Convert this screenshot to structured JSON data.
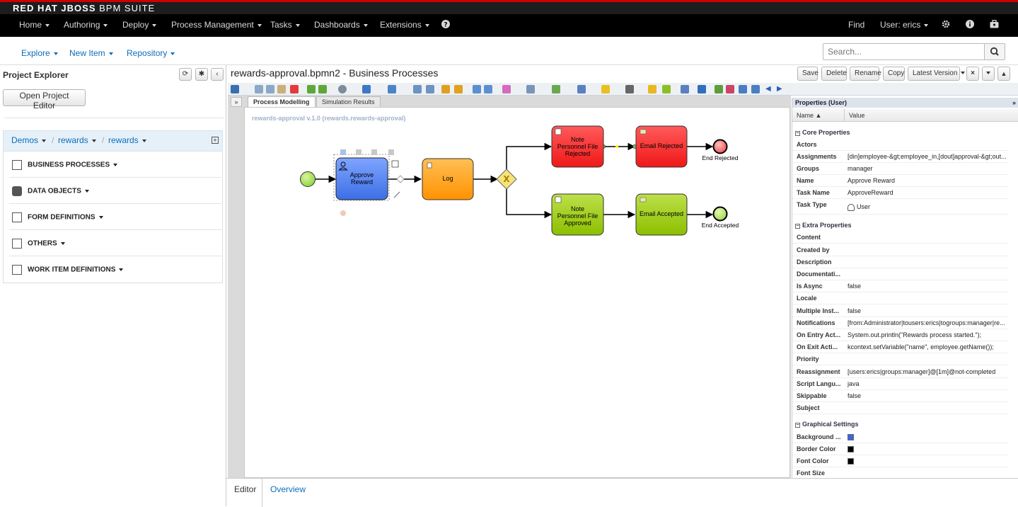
{
  "brand": {
    "bold": "RED HAT JBOSS",
    "rest": " BPM SUITE"
  },
  "main_nav": {
    "items": [
      "Home",
      "Authoring",
      "Deploy",
      "Process Management",
      "Tasks",
      "Dashboards",
      "Extensions"
    ],
    "find": "Find",
    "user": "User: erics"
  },
  "sub_nav": {
    "items": [
      "Explore",
      "New Item",
      "Repository"
    ]
  },
  "search": {
    "placeholder": "Search..."
  },
  "project_explorer": {
    "title": "Project Explorer",
    "open_editor_button": "Open Project Editor",
    "breadcrumb": [
      "Demos",
      "rewards",
      "rewards"
    ],
    "sections": [
      "BUSINESS PROCESSES",
      "DATA OBJECTS",
      "FORM DEFINITIONS",
      "OTHERS",
      "WORK ITEM DEFINITIONS"
    ]
  },
  "editor": {
    "title": "rewards-approval.bpmn2 - Business Processes",
    "buttons": [
      "Save",
      "Delete",
      "Rename",
      "Copy",
      "Latest Version"
    ],
    "tabs": [
      "Process Modelling",
      "Simulation Results"
    ],
    "process_label": "rewards-approval v.1.0 (rewards.rewards-approval)",
    "bottom_tabs": [
      "Editor",
      "Overview"
    ]
  },
  "diagram": {
    "tasks": {
      "approve": "Approve Reward",
      "log": "Log",
      "note_rejected": "Note Personnel File Rejected",
      "email_rejected": "Email Rejected",
      "note_approved": "Note Personnel File Approved",
      "email_accepted": "Email Accepted"
    },
    "end_rejected": "End Rejected",
    "end_accepted": "End Accepted",
    "gateway_symbol": "X",
    "colors": {
      "blue": "#4a7ef0",
      "orange": "#ff9d0a",
      "red": "#ff2b2b",
      "green": "#99cc00",
      "start": "#99dd44",
      "end": "#ee5555"
    }
  },
  "properties": {
    "title": "Properties (User)",
    "col_name": "Name ▲",
    "col_value": "Value",
    "core": {
      "title": "Core Properties",
      "rows": [
        {
          "k": "Actors",
          "v": ""
        },
        {
          "k": "Assignments",
          "v": "[din]employee-&gt;employee_in,[dout]approval-&gt;out..."
        },
        {
          "k": "Groups",
          "v": "manager"
        },
        {
          "k": "Name",
          "v": "Approve Reward"
        },
        {
          "k": "Task Name",
          "v": "ApproveReward"
        },
        {
          "k": "Task Type",
          "v": "User"
        }
      ]
    },
    "extra": {
      "title": "Extra Properties",
      "rows": [
        {
          "k": "Content",
          "v": ""
        },
        {
          "k": "Created by",
          "v": ""
        },
        {
          "k": "Description",
          "v": ""
        },
        {
          "k": "Documentati...",
          "v": ""
        },
        {
          "k": "Is Async",
          "v": "false"
        },
        {
          "k": "Locale",
          "v": ""
        },
        {
          "k": "Multiple Inst...",
          "v": "false"
        },
        {
          "k": "Notifications",
          "v": "[from:Administrator|tousers:erics|togroups:manager|re..."
        },
        {
          "k": "On Entry Act...",
          "v": "System.out.println(\"Rewards process started.\");"
        },
        {
          "k": "On Exit Acti...",
          "v": "kcontext.setVariable(\"name\", employee.getName());"
        },
        {
          "k": "Priority",
          "v": ""
        },
        {
          "k": "Reassignment",
          "v": "[users:erics|groups:manager]@[1m]@not-completed"
        },
        {
          "k": "Script Langu...",
          "v": "java"
        },
        {
          "k": "Skippable",
          "v": "false"
        },
        {
          "k": "Subject",
          "v": ""
        }
      ]
    },
    "graphical": {
      "title": "Graphical Settings",
      "rows": [
        {
          "k": "Background ...",
          "color": "#3a66e6"
        },
        {
          "k": "Border Color",
          "color": "#000000"
        },
        {
          "k": "Font Color",
          "color": "#000000"
        },
        {
          "k": "Font Size",
          "color": ""
        }
      ]
    }
  }
}
